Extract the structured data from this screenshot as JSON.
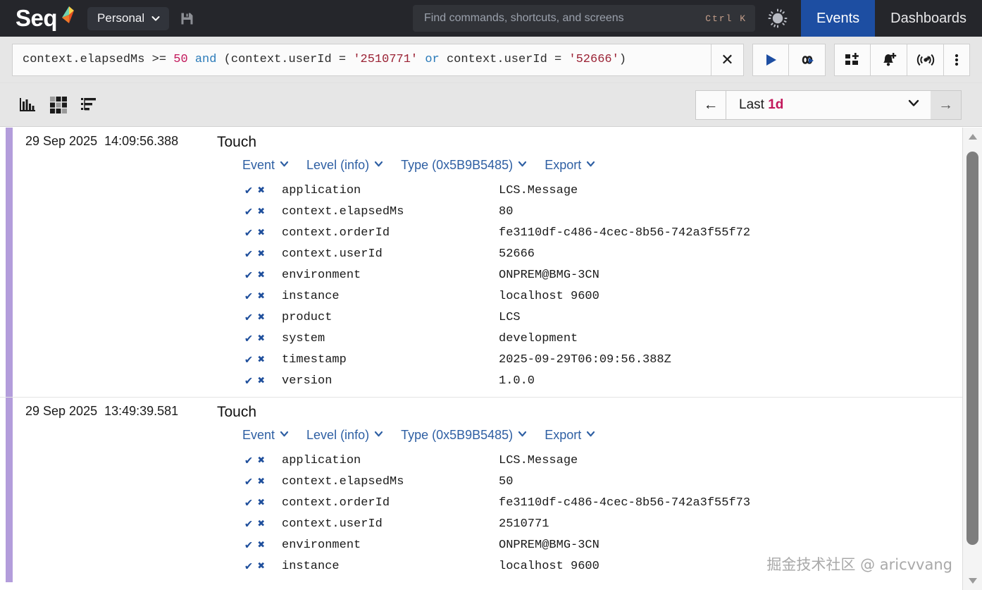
{
  "topnav": {
    "brand": "Seq",
    "workspace_label": "Personal",
    "save_icon": "floppy-save-icon",
    "command_palette": {
      "placeholder": "Find commands, shortcuts, and screens",
      "shortcut": "Ctrl K"
    },
    "gear_icon": "settings-gear-icon",
    "tabs": [
      {
        "label": "Events",
        "active": true
      },
      {
        "label": "Dashboards",
        "active": false
      }
    ]
  },
  "querybar": {
    "tokens": [
      {
        "t": "context.elapsedMs ",
        "k": "id"
      },
      {
        "t": ">= ",
        "k": "op"
      },
      {
        "t": "50",
        "k": "num"
      },
      {
        "t": " ",
        "k": "id"
      },
      {
        "t": "and",
        "k": "kw"
      },
      {
        "t": " ",
        "k": "id"
      },
      {
        "t": "(",
        "k": "paren"
      },
      {
        "t": "context.userId ",
        "k": "id"
      },
      {
        "t": "= ",
        "k": "op"
      },
      {
        "t": "'2510771'",
        "k": "str"
      },
      {
        "t": " ",
        "k": "id"
      },
      {
        "t": "or",
        "k": "kw"
      },
      {
        "t": " ",
        "k": "id"
      },
      {
        "t": "context.userId ",
        "k": "id"
      },
      {
        "t": "= ",
        "k": "op"
      },
      {
        "t": "'52666'",
        "k": "str"
      },
      {
        "t": ")",
        "k": "paren"
      }
    ],
    "raw": "context.elapsedMs >= 50 and (context.userId = '2510771' or context.userId = '52666')",
    "clear_label": "✕",
    "buttons": [
      {
        "name": "run-query-button",
        "icon": "play-icon"
      },
      {
        "name": "tail-query-button",
        "icon": "infinite-tail-icon"
      },
      {
        "name": "add-to-dashboard-button",
        "icon": "grid-plus-icon"
      },
      {
        "name": "create-alert-button",
        "icon": "bell-plus-icon"
      },
      {
        "name": "create-signal-button",
        "icon": "broadcast-plus-icon"
      },
      {
        "name": "more-options-button",
        "icon": "kebab-menu-icon"
      }
    ]
  },
  "toolbar2": {
    "views": [
      {
        "name": "view-chart-button",
        "icon": "bar-chart-icon"
      },
      {
        "name": "view-grid-button",
        "icon": "grid-patterns-icon"
      },
      {
        "name": "view-list-button",
        "icon": "list-view-icon"
      }
    ],
    "timerange": {
      "prev_label": "←",
      "next_label": "→",
      "prefix": "Last",
      "value": "1d",
      "chevron": "chevron-down-icon"
    }
  },
  "events": [
    {
      "date": "29 Sep 2025",
      "time": "14:09:56.388",
      "title": "Touch",
      "links": [
        {
          "label": "Event",
          "name": "event-menu"
        },
        {
          "label": "Level (info)",
          "name": "level-menu"
        },
        {
          "label": "Type (0x5B9B5485)",
          "name": "type-menu"
        },
        {
          "label": "Export",
          "name": "export-menu"
        }
      ],
      "properties": [
        {
          "name": "application",
          "value": "LCS.Message"
        },
        {
          "name": "context.elapsedMs",
          "value": "80"
        },
        {
          "name": "context.orderId",
          "value": "fe3110df-c486-4cec-8b56-742a3f55f72"
        },
        {
          "name": "context.userId",
          "value": "52666"
        },
        {
          "name": "environment",
          "value": "ONPREM@BMG-3CN"
        },
        {
          "name": "instance",
          "value": "localhost 9600"
        },
        {
          "name": "product",
          "value": "LCS"
        },
        {
          "name": "system",
          "value": "development"
        },
        {
          "name": "timestamp",
          "value": "2025-09-29T06:09:56.388Z"
        },
        {
          "name": "version",
          "value": "1.0.0"
        }
      ]
    },
    {
      "date": "29 Sep 2025",
      "time": "13:49:39.581",
      "title": "Touch",
      "links": [
        {
          "label": "Event",
          "name": "event-menu"
        },
        {
          "label": "Level (info)",
          "name": "level-menu"
        },
        {
          "label": "Type (0x5B9B5485)",
          "name": "type-menu"
        },
        {
          "label": "Export",
          "name": "export-menu"
        }
      ],
      "properties": [
        {
          "name": "application",
          "value": "LCS.Message"
        },
        {
          "name": "context.elapsedMs",
          "value": "50"
        },
        {
          "name": "context.orderId",
          "value": "fe3110df-c486-4cec-8b56-742a3f55f73"
        },
        {
          "name": "context.userId",
          "value": "2510771"
        },
        {
          "name": "environment",
          "value": "ONPREM@BMG-3CN"
        },
        {
          "name": "instance",
          "value": "localhost 9600"
        }
      ]
    }
  ],
  "filter_icons": {
    "include": "✔",
    "exclude": "✖"
  },
  "watermark": "掘金技术社区 @ aricvvang",
  "colors": {
    "nav_bg": "#25262b",
    "active_tab": "#1d4ea2",
    "toolbar_bg": "#e6e6e6",
    "stripe": "#b39ddb",
    "link": "#2e5fa3",
    "number": "#c2185b",
    "string": "#9b2335",
    "keyword": "#2b7bb9"
  }
}
